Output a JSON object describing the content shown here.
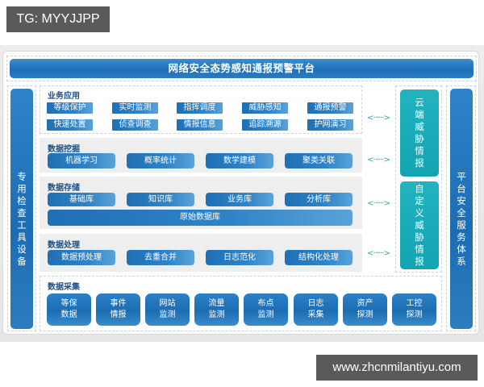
{
  "watermarks": {
    "top": "TG: MYYJJPP",
    "bottom": "www.zhcnmilantiyu.com"
  },
  "diagram": {
    "title": "网络安全态势感知通报预警平台",
    "left_pillar": [
      "专",
      "用",
      "检",
      "查",
      "工",
      "具",
      "设",
      "备"
    ],
    "right_pillar": [
      "平",
      "台",
      "安",
      "全",
      "服",
      "务",
      "体",
      "系"
    ],
    "side_panels": [
      {
        "label_lines": [
          "云",
          "端",
          "威",
          "胁",
          "情",
          "报"
        ]
      },
      {
        "label_lines": [
          "自",
          "定",
          "义",
          "威",
          "胁",
          "情",
          "报"
        ]
      }
    ],
    "arrow_glyph": "<······>",
    "layers": {
      "business_apps": {
        "title": "业务应用",
        "row1": [
          "等级保护",
          "实时监测",
          "指挥调度",
          "威胁感知",
          "通报预警"
        ],
        "row2": [
          "快速处置",
          "侦查调查",
          "情报信息",
          "追踪溯源",
          "护网演习"
        ]
      },
      "data_mining": {
        "title": "数据挖掘",
        "items": [
          "机器学习",
          "概率统计",
          "数学建模",
          "聚类关联"
        ]
      },
      "data_storage": {
        "title": "数据存储",
        "items": [
          "基础库",
          "知识库",
          "业务库",
          "分析库"
        ],
        "base": "原始数据库"
      },
      "data_processing": {
        "title": "数据处理",
        "items": [
          "数据预处理",
          "去重合并",
          "日志范化",
          "结构化处理"
        ]
      },
      "data_collection": {
        "title": "数据采集",
        "items": [
          {
            "line1": "等保",
            "line2": "数据"
          },
          {
            "line1": "事件",
            "line2": "情报"
          },
          {
            "line1": "网站",
            "line2": "监测"
          },
          {
            "line1": "流量",
            "line2": "监测"
          },
          {
            "line1": "布点",
            "line2": "监测"
          },
          {
            "line1": "日志",
            "line2": "采集"
          },
          {
            "line1": "资产",
            "line2": "探测"
          },
          {
            "line1": "工控",
            "line2": "探测"
          }
        ]
      }
    },
    "colors": {
      "primary_blue": "#1f6fb4",
      "teal": "#16a8b4",
      "section_title": "#1b4f86",
      "panel_gray": "#eeeeef"
    }
  }
}
